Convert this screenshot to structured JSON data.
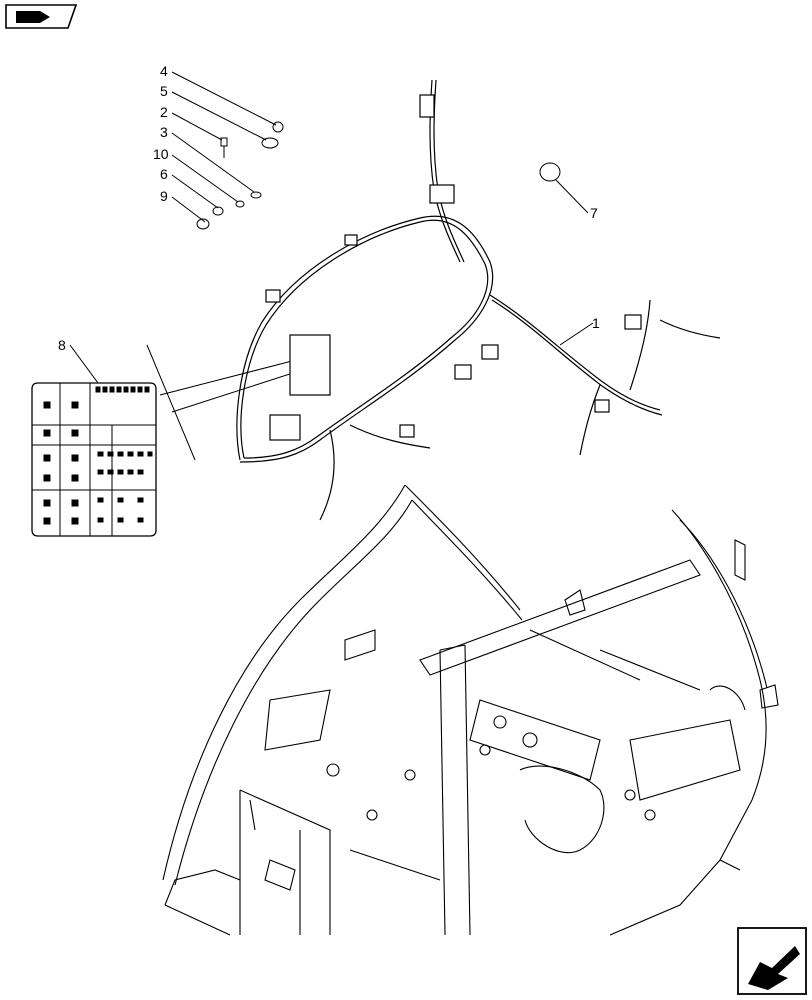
{
  "diagram": {
    "type": "exploded-parts-illustration",
    "subject": "cab wiring harness"
  },
  "callouts": [
    {
      "label": "4"
    },
    {
      "label": "5"
    },
    {
      "label": "2"
    },
    {
      "label": "3"
    },
    {
      "label": "10"
    },
    {
      "label": "6"
    },
    {
      "label": "9"
    },
    {
      "label": "7"
    },
    {
      "label": "1"
    },
    {
      "label": "8"
    }
  ],
  "icons": {
    "top_left": "view-orientation-icon",
    "bottom_right": "next-page-arrow-icon"
  },
  "colors": {
    "line": "#000000",
    "background": "#ffffff"
  }
}
